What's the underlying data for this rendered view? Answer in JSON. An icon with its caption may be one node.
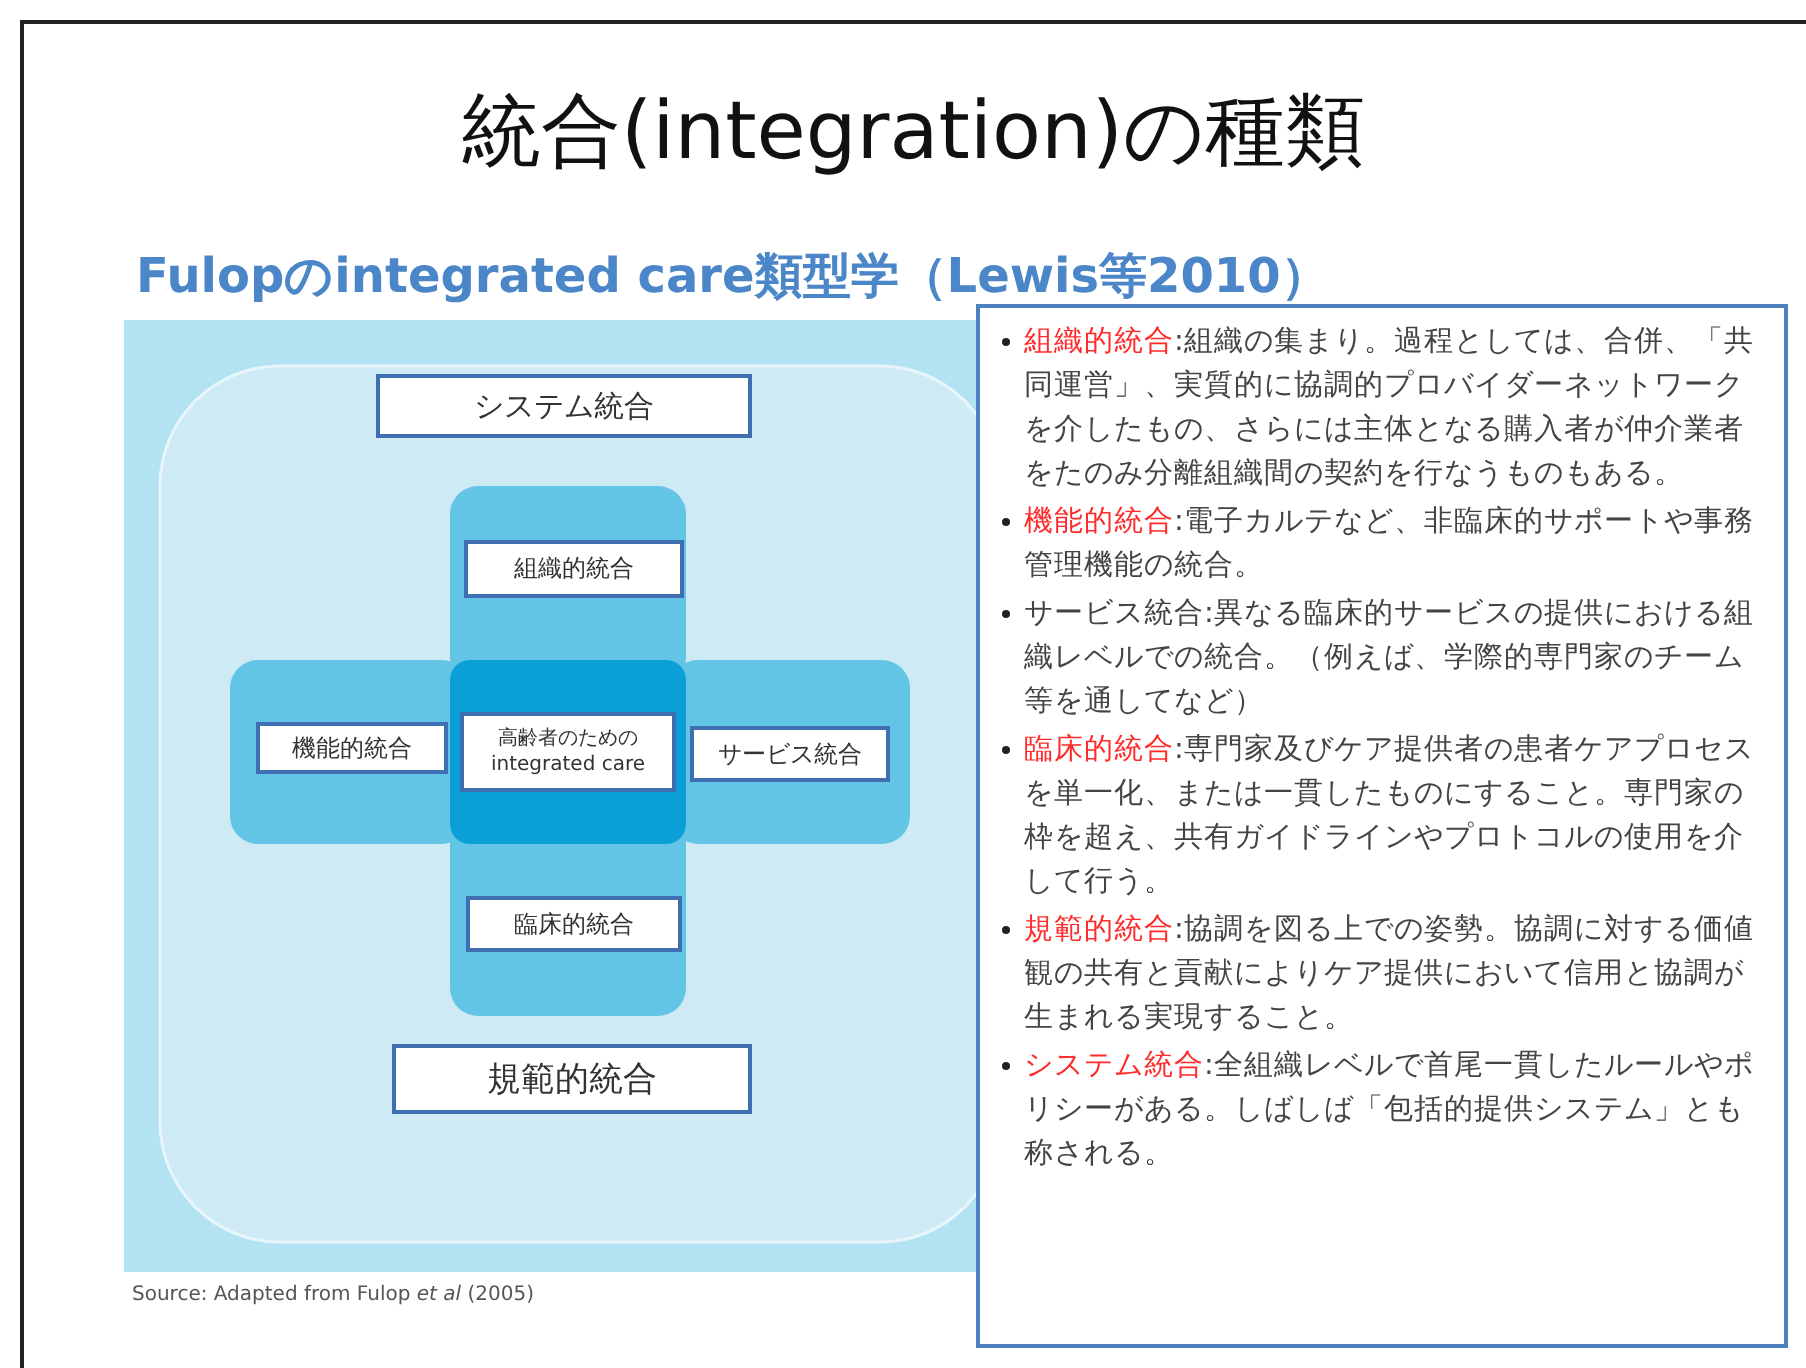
{
  "diagram": {
    "title": "統合(integration)の種類",
    "nodes": [
      {
        "text": [
          "システム統合"
        ]
      },
      {
        "text": [
          "組織的統合"
        ]
      },
      {
        "text": [
          "機能的統合"
        ]
      },
      {
        "text": [
          "高齢者のための integrated care"
        ]
      },
      {
        "text": [
          "サービス統合"
        ]
      },
      {
        "text": [
          "臨床的統合"
        ]
      },
      {
        "text": [
          "規範的統合"
        ]
      },
      {
        "text": [
          "組織的統合",
          ":組織の集まり。過程としては、合併、「共同運営」、実質的に協調的プロバイダーネットワークを介したもの、さらには主体となる購入者が仲介業者をたのみ分離組織間の契約を行なうものもある。",
          "機能的統合",
          ":電子カルテなど、非臨床的サポートや事務管理機能の統合。",
          "サービス統合",
          ":異なる臨床的サービスの提供における組織レベルでの統合。（例えば、学際的専門家のチーム等を通してなど）",
          "臨床的統合",
          ":専門家及びケア提供者の患者ケアプロセスを単一化、または一貫したものにすること。専門家の枠を超え、共有ガイドラインやプロトコルの使用を介して行う。",
          "規範的統合",
          ":協調を図る上での姿勢。協調に対する価値観の共有と貢献によりケア提供において信用と協調が生まれる実現すること。",
          "システム統合",
          ":全組織レベルで首尾一貫したルールやポリシーがある。しばしば「包括的提供システム」とも称される。"
        ]
      }
    ],
    "edges": [],
    "labels": [
      "Fulopのintegrated care類型学（Lewis等2010）",
      "Source: Adapted from Fulop *et al* (2005)"
    ]
  }
}
